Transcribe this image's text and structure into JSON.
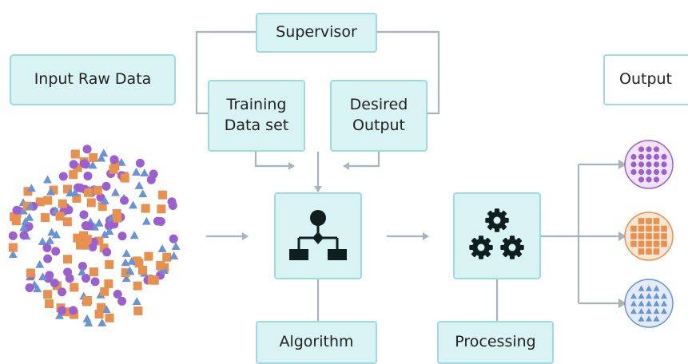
{
  "labels": {
    "input_raw_data": "Input Raw Data",
    "supervisor": "Supervisor",
    "training_data_set": "Training\nData set",
    "desired_output": "Desired\nOutput",
    "algorithm": "Algorithm",
    "processing": "Processing",
    "output": "Output"
  },
  "colors": {
    "box_fill": "#d9f3f4",
    "box_border": "#9edbe0",
    "connector": "#a9b3bb",
    "purple": "#9b5fcf",
    "orange": "#e8914f",
    "blue": "#6a93d6",
    "icon": "#0f1f1f"
  },
  "icons": {
    "algorithm": "flowchart-icon",
    "processing": "gears-icon"
  },
  "output_groups": [
    "purple-circles",
    "orange-squares",
    "blue-triangles"
  ]
}
